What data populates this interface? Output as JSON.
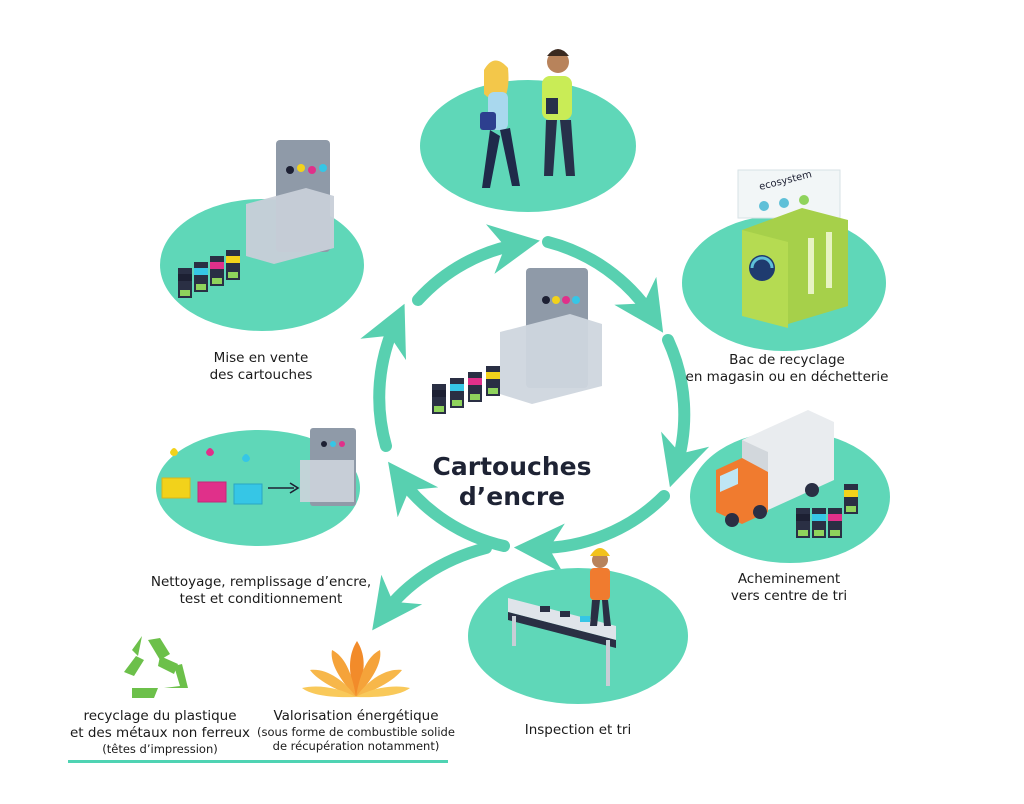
{
  "colors": {
    "teal": "#5fd7b8",
    "arrow": "#58d0b0",
    "cyan": "#36c6e6",
    "magenta": "#e0308a",
    "yellow": "#f2d21b",
    "black": "#1d2033",
    "recycle_green": "#6cc04a",
    "energy_orange": "#f28b2a"
  },
  "center": {
    "title_line1": "Cartouches",
    "title_line2": "d’encre"
  },
  "steps": {
    "store_bin": {
      "line1": "Bac de recyclage",
      "line2": "en magasin ou en déchetterie"
    },
    "transport": {
      "line1": "Acheminement",
      "line2": "vers centre de tri"
    },
    "inspection": {
      "line1": "Inspection et tri"
    },
    "cleaning": {
      "line1": "Nettoyage, remplissage d’encre,",
      "line2": "test et conditionnement"
    },
    "sale": {
      "line1": "Mise en vente",
      "line2": "des cartouches"
    }
  },
  "bin": {
    "brand": "ecosystem"
  },
  "outcomes": {
    "plastic": {
      "line1": "recyclage du plastique",
      "line2": "et des métaux non ferreux",
      "line3": "(têtes d’impression)"
    },
    "energy": {
      "line1": "Valorisation énergétique",
      "line2": "(sous forme de combustible solide",
      "line3": "de récupération notamment)"
    }
  }
}
